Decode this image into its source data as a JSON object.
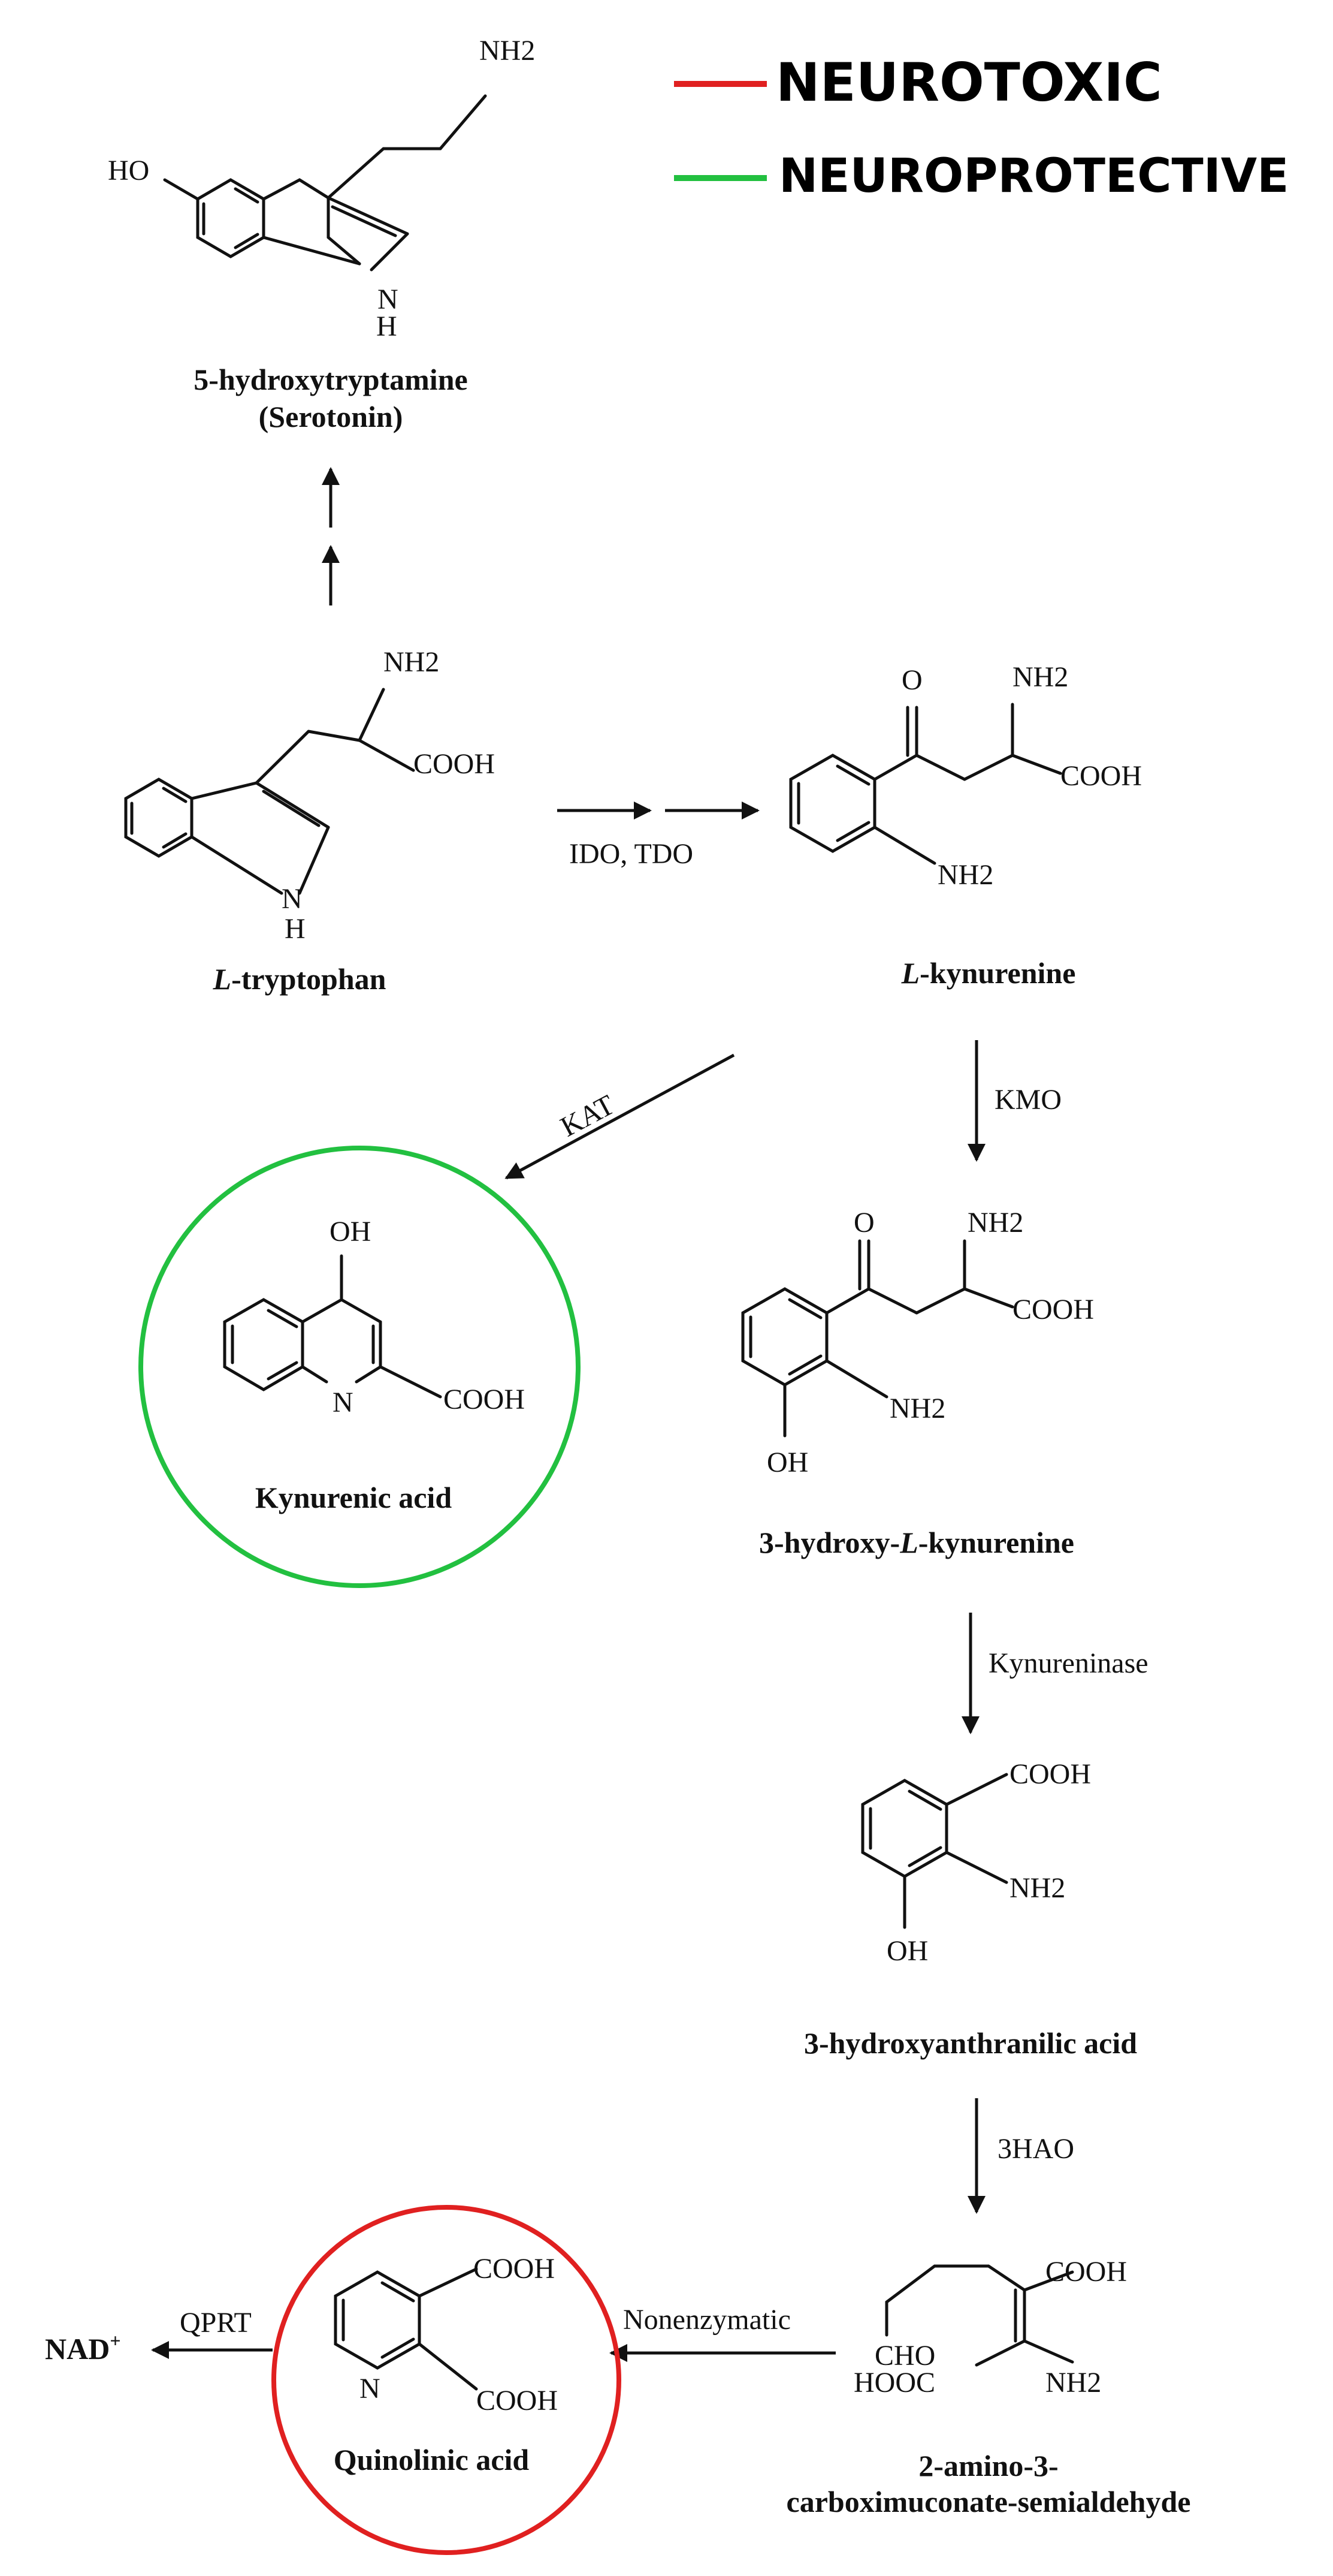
{
  "legend": {
    "neurotoxic": {
      "label": "NEUROTOXIC",
      "color": "#e02020"
    },
    "neuroprotective": {
      "label": "NEUROPROTECTIVE",
      "color": "#22c040"
    }
  },
  "compounds": {
    "serotonin": {
      "name_line1": "5-hydroxytryptamine",
      "name_line2": "(Serotonin)",
      "nh2": "NH2",
      "ho": "HO",
      "nh": "N",
      "h": "H"
    },
    "tryptophan": {
      "name_prefix": "L",
      "name_rest": "-tryptophan",
      "nh2": "NH2",
      "cooh": "COOH",
      "nh": "N",
      "h": "H"
    },
    "kynurenine": {
      "name_prefix": "L",
      "name_rest": "-kynurenine",
      "o": "O",
      "nh2_top": "NH2",
      "cooh": "COOH",
      "nh2_ring": "NH2"
    },
    "kynurenic_acid": {
      "name": "Kynurenic acid",
      "oh": "OH",
      "n": "N",
      "cooh": "COOH"
    },
    "hydroxykynurenine": {
      "name_a": "3-hydroxy-",
      "name_b": "L",
      "name_c": "-kynurenine",
      "o": "O",
      "nh2_top": "NH2",
      "cooh": "COOH",
      "nh2_ring": "NH2",
      "oh": "OH"
    },
    "hydroxyanthranilic": {
      "name": "3-hydroxyanthranilic acid",
      "cooh": "COOH",
      "nh2": "NH2",
      "oh": "OH"
    },
    "acms": {
      "name_line1": "2-amino-3-",
      "name_line2": "carboximuconate-semialdehyde",
      "cooh": "COOH",
      "cho": "CHO",
      "hooc": "HOOC",
      "nh2": "NH2"
    },
    "quinolinic": {
      "name": "Quinolinic acid",
      "cooh_top": "COOH",
      "cooh_bottom": "COOH",
      "n": "N"
    },
    "nad": {
      "label": "NAD",
      "sup": "+"
    }
  },
  "enzymes": {
    "ido_tdo": "IDO, TDO",
    "kat": "KAT",
    "kmo": "KMO",
    "kynureninase": "Kynureninase",
    "hao": "3HAO",
    "nonenzymatic": "Nonenzymatic",
    "qprt": "QPRT"
  }
}
